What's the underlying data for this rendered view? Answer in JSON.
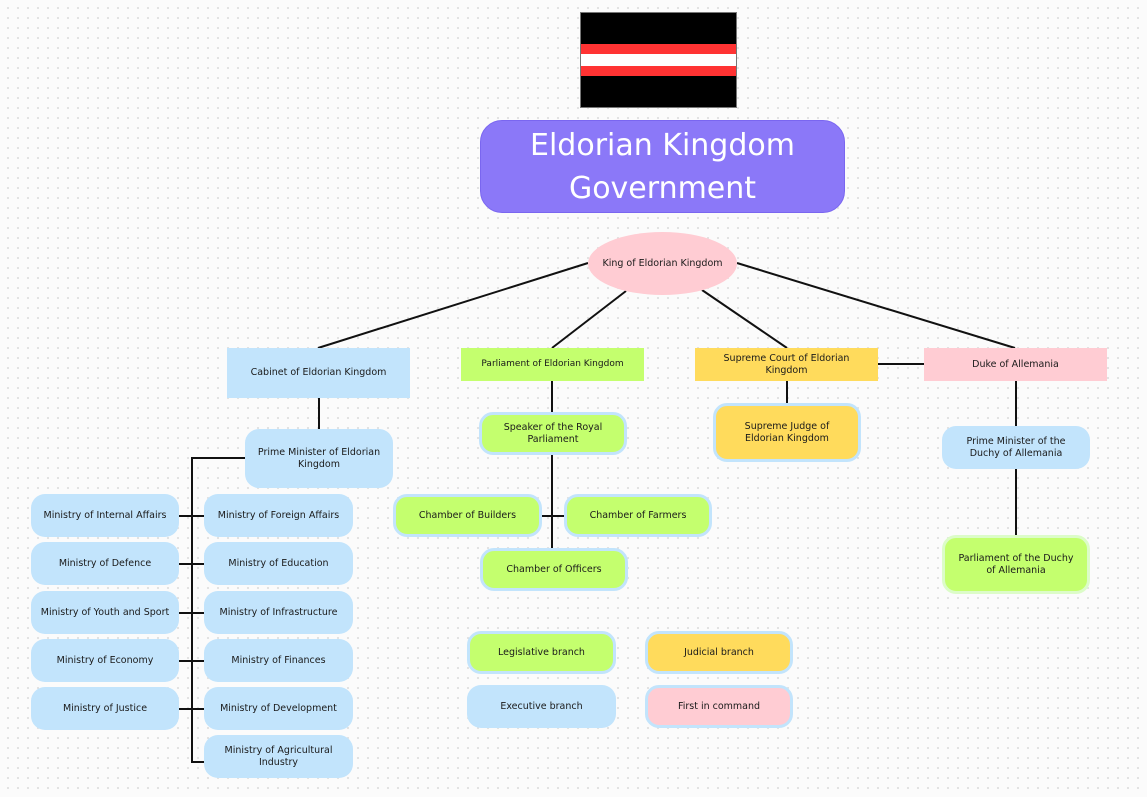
{
  "flag": {
    "name": "eldorian-flag",
    "colors": {
      "black": "#000000",
      "red": "#ff3333",
      "white": "#ffffff"
    }
  },
  "title": "Eldorian Kingdom Government",
  "king": "King of Eldorian Kingdom",
  "branches": {
    "cabinet": "Cabinet of Eldorian Kingdom",
    "parliament": "Parliament of Eldorian Kingdom",
    "supreme_court": "Supreme Court of Eldorian Kingdom",
    "duke": "Duke of Allemania"
  },
  "executive": {
    "prime_minister": "Prime Minister of Eldorian Kingdom",
    "ministries_left": [
      "Ministry of Internal Affairs",
      "Ministry of Defence",
      "Ministry of Youth and Sport",
      "Ministry of Economy",
      "Ministry of Justice"
    ],
    "ministries_right": [
      "Ministry of Foreign Affairs",
      "Ministry of Education",
      "Ministry of Infrastructure",
      "Ministry of Finances",
      "Ministry of Development",
      "Ministry of Agricultural Industry"
    ]
  },
  "legislative": {
    "speaker": "Speaker of the Royal Parliament",
    "chambers": [
      "Chamber of Builders",
      "Chamber of Farmers",
      "Chamber of Officers"
    ]
  },
  "judicial": {
    "judge": "Supreme Judge of Eldorian Kingdom"
  },
  "duchy": {
    "prime_minister": "Prime Minister of the Duchy of Allemania",
    "parliament": "Parliament of the Duchy of Allemania"
  },
  "legend": {
    "legislative": "Legislative branch",
    "judicial": "Judicial branch",
    "executive": "Executive branch",
    "first": "First in command"
  },
  "colors": {
    "executive": "#c2e4fc",
    "legislative": "#c4ff6e",
    "judicial": "#ffdb5c",
    "first_in_command": "#ffccd3",
    "title": "#8b78f8"
  }
}
